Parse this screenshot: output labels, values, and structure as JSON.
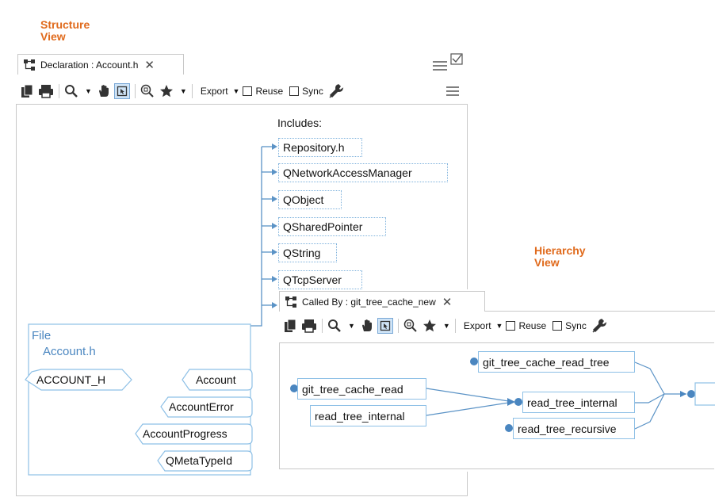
{
  "captions": {
    "structure_line1": "Structure",
    "structure_line2": "View",
    "hierarchy_line1": "Hierarchy",
    "hierarchy_line2": "View"
  },
  "colors": {
    "caption": "#e06a1c",
    "node_border": "#8ec0e6",
    "connector": "#5b93c6",
    "selected_tool": "#cfe4f7"
  },
  "structure_panel": {
    "tab_title": "Declaration : Account.h",
    "toolbar": {
      "export_label": "Export",
      "reuse_label": "Reuse",
      "sync_label": "Sync"
    },
    "includes_label": "Includes:",
    "includes": [
      "Repository.h",
      "QNetworkAccessManager",
      "QObject",
      "QSharedPointer",
      "QString",
      "QTcpServer"
    ],
    "file_label": "File",
    "file_name": "Account.h",
    "macro": "ACCOUNT_H",
    "classes": [
      "Account",
      "AccountError",
      "AccountProgress",
      "QMetaTypeId"
    ]
  },
  "hierarchy_panel": {
    "tab_title": "Called By : git_tree_cache_new",
    "toolbar": {
      "export_label": "Export",
      "reuse_label": "Reuse",
      "sync_label": "Sync"
    },
    "nodes": {
      "cache_read": "git_tree_cache_read",
      "read_internal_left": "read_tree_internal",
      "cache_read_tree": "git_tree_cache_read_tree",
      "read_internal_mid": "read_tree_internal",
      "read_recursive": "read_tree_recursive"
    }
  }
}
